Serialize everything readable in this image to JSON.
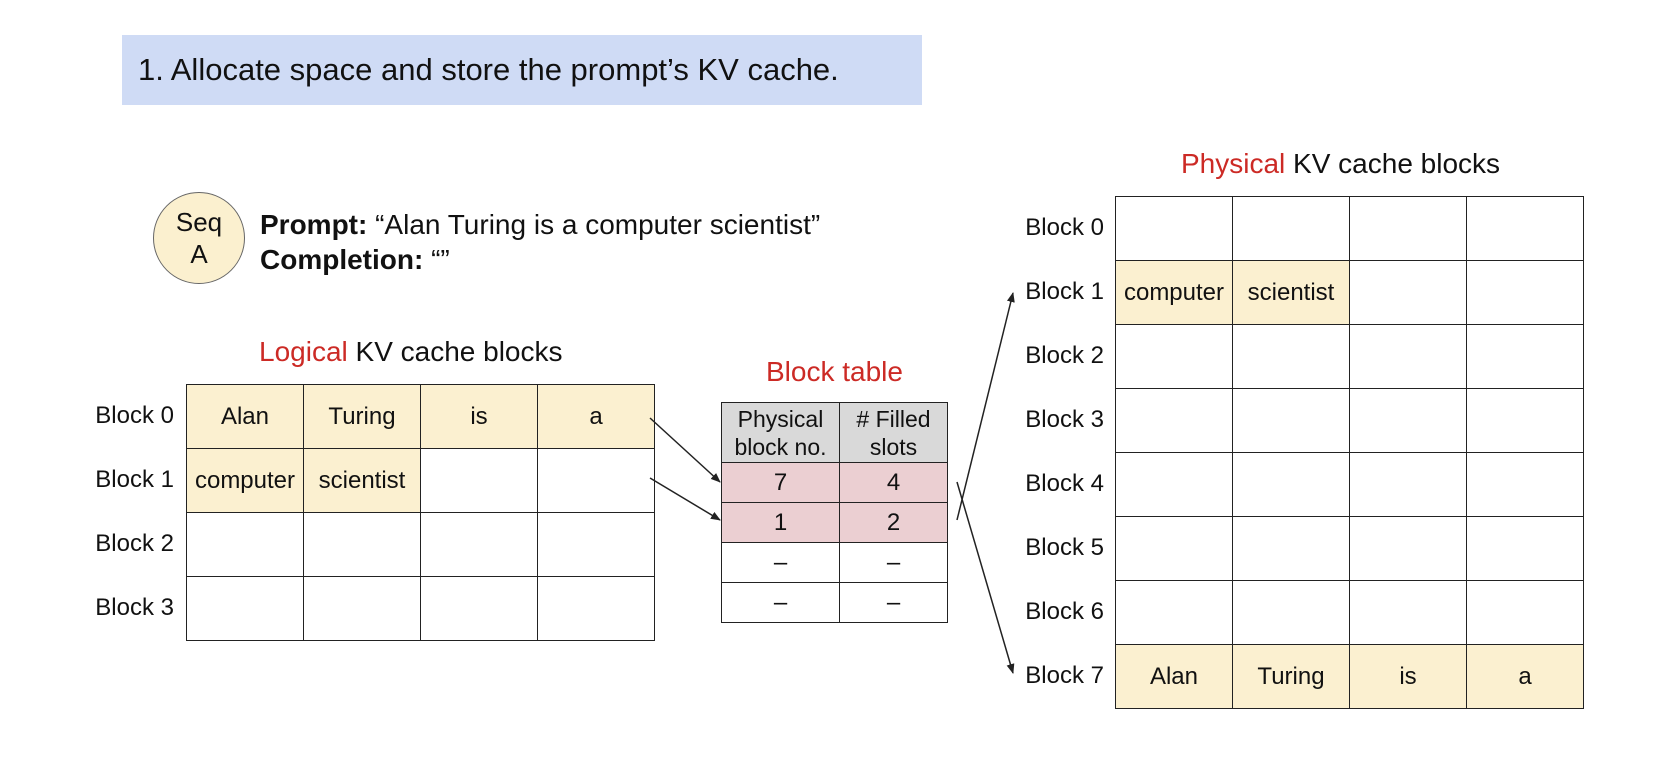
{
  "header": {
    "step_title": "1. Allocate space and store the prompt’s KV cache."
  },
  "sequence": {
    "badge_line1": "Seq",
    "badge_line2": "A",
    "prompt_label": "Prompt:",
    "prompt_text": " “Alan Turing is a computer scientist”",
    "completion_label": "Completion:",
    "completion_text": " “”"
  },
  "logical": {
    "title_highlight": "Logical",
    "title_rest": " KV cache blocks",
    "blocks": [
      {
        "label": "Block 0",
        "slots": [
          "Alan",
          "Turing",
          "is",
          "a"
        ]
      },
      {
        "label": "Block 1",
        "slots": [
          "computer",
          "scientist",
          "",
          ""
        ]
      },
      {
        "label": "Block 2",
        "slots": [
          "",
          "",
          "",
          ""
        ]
      },
      {
        "label": "Block 3",
        "slots": [
          "",
          "",
          "",
          ""
        ]
      }
    ]
  },
  "block_table": {
    "title": "Block table",
    "headers": [
      "Physical block no.",
      "# Filled slots"
    ],
    "rows": [
      {
        "physical": "7",
        "filled": "4"
      },
      {
        "physical": "1",
        "filled": "2"
      },
      {
        "physical": "–",
        "filled": "–"
      },
      {
        "physical": "–",
        "filled": "–"
      }
    ]
  },
  "physical": {
    "title_highlight": "Physical",
    "title_rest": " KV cache blocks",
    "blocks": [
      {
        "label": "Block 0",
        "slots": [
          "",
          "",
          "",
          ""
        ]
      },
      {
        "label": "Block 1",
        "slots": [
          "computer",
          "scientist",
          "",
          ""
        ]
      },
      {
        "label": "Block 2",
        "slots": [
          "",
          "",
          "",
          ""
        ]
      },
      {
        "label": "Block 3",
        "slots": [
          "",
          "",
          "",
          ""
        ]
      },
      {
        "label": "Block 4",
        "slots": [
          "",
          "",
          "",
          ""
        ]
      },
      {
        "label": "Block 5",
        "slots": [
          "",
          "",
          "",
          ""
        ]
      },
      {
        "label": "Block 6",
        "slots": [
          "",
          "",
          "",
          ""
        ]
      },
      {
        "label": "Block 7",
        "slots": [
          "Alan",
          "Turing",
          "is",
          "a"
        ]
      }
    ]
  },
  "colors": {
    "banner_bg": "#cfdbf5",
    "filled_slot": "#fbf0d0",
    "used_row": "#ebcfd2",
    "header_row": "#d9d9d9",
    "accent_red": "#cc2a25"
  }
}
